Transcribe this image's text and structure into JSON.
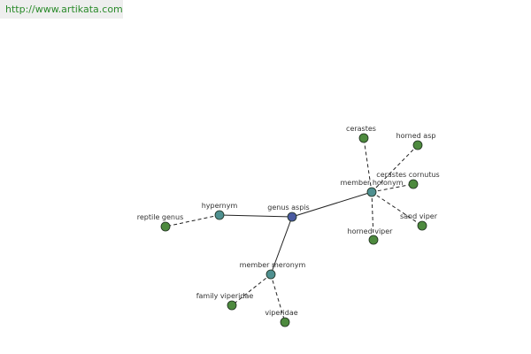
{
  "banner": {
    "url": "http://www.artikata.com"
  },
  "colors": {
    "center_node": "#4a5aa0",
    "relation_node": "#4f9090",
    "term_node": "#4d8a3e",
    "edge": "#222222"
  },
  "graph": {
    "nodes": [
      {
        "id": "genus-aspis",
        "label": "genus aspis",
        "kind": "center"
      },
      {
        "id": "hypernym",
        "label": "hypernym",
        "kind": "relation"
      },
      {
        "id": "member-holonym",
        "label": "member holonym",
        "kind": "relation"
      },
      {
        "id": "member-meronym",
        "label": "member meronym",
        "kind": "relation"
      },
      {
        "id": "reptile-genus",
        "label": "reptile genus",
        "kind": "term"
      },
      {
        "id": "cerastes",
        "label": "cerastes",
        "kind": "term"
      },
      {
        "id": "horned-asp",
        "label": "horned asp",
        "kind": "term"
      },
      {
        "id": "cerastes-cornutus",
        "label": "cerastes cornutus",
        "kind": "term"
      },
      {
        "id": "sand-viper",
        "label": "sand viper",
        "kind": "term"
      },
      {
        "id": "horned-viper",
        "label": "horned viper",
        "kind": "term"
      },
      {
        "id": "family-viperidae",
        "label": "family viperidae",
        "kind": "term"
      },
      {
        "id": "viperidae",
        "label": "viperidae",
        "kind": "term"
      }
    ],
    "edges": [
      {
        "from": "genus-aspis",
        "to": "hypernym",
        "style": "solid"
      },
      {
        "from": "genus-aspis",
        "to": "member-holonym",
        "style": "solid"
      },
      {
        "from": "genus-aspis",
        "to": "member-meronym",
        "style": "solid"
      },
      {
        "from": "hypernym",
        "to": "reptile-genus",
        "style": "dashed"
      },
      {
        "from": "member-holonym",
        "to": "cerastes",
        "style": "dashed"
      },
      {
        "from": "member-holonym",
        "to": "horned-asp",
        "style": "dashed"
      },
      {
        "from": "member-holonym",
        "to": "cerastes-cornutus",
        "style": "dashed"
      },
      {
        "from": "member-holonym",
        "to": "sand-viper",
        "style": "dashed"
      },
      {
        "from": "member-holonym",
        "to": "horned-viper",
        "style": "dashed"
      },
      {
        "from": "member-meronym",
        "to": "family-viperidae",
        "style": "dashed"
      },
      {
        "from": "member-meronym",
        "to": "viperidae",
        "style": "dashed"
      }
    ]
  }
}
